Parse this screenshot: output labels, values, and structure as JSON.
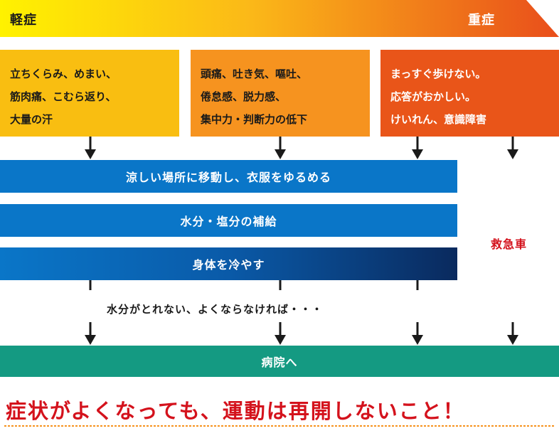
{
  "severity": {
    "mild_label": "軽症",
    "severe_label": "重症",
    "gradient_start": "#fff200",
    "gradient_end": "#e94e1b"
  },
  "symptoms": {
    "mild": [
      "立ちくらみ、めまい、",
      "筋肉痛、こむら返り、",
      "大量の汗"
    ],
    "moderate": [
      "頭痛、吐き気、嘔吐、",
      "倦怠感、脱力感、",
      "集中力・判断力の低下"
    ],
    "severe": [
      "まっすぐ歩けない。",
      "応答がおかしい。",
      "けいれん、意識障害"
    ]
  },
  "actions": {
    "step1": "涼しい場所に移動し、衣服をゆるめる",
    "step2": "水分・塩分の補給",
    "step3": "身体を冷やす"
  },
  "ambulance": "救急車",
  "condition_note": "水分がとれない、よくならなければ・・・",
  "hospital": "病院へ",
  "warning": "症状がよくなっても、運動は再開しないこと！",
  "colors": {
    "mild_box": "#f9be11",
    "moderate_box": "#f6931f",
    "severe_box": "#e95519",
    "action_blue": "#0a76c8",
    "hospital_green": "#149a82",
    "warning_red": "#d4121c"
  }
}
